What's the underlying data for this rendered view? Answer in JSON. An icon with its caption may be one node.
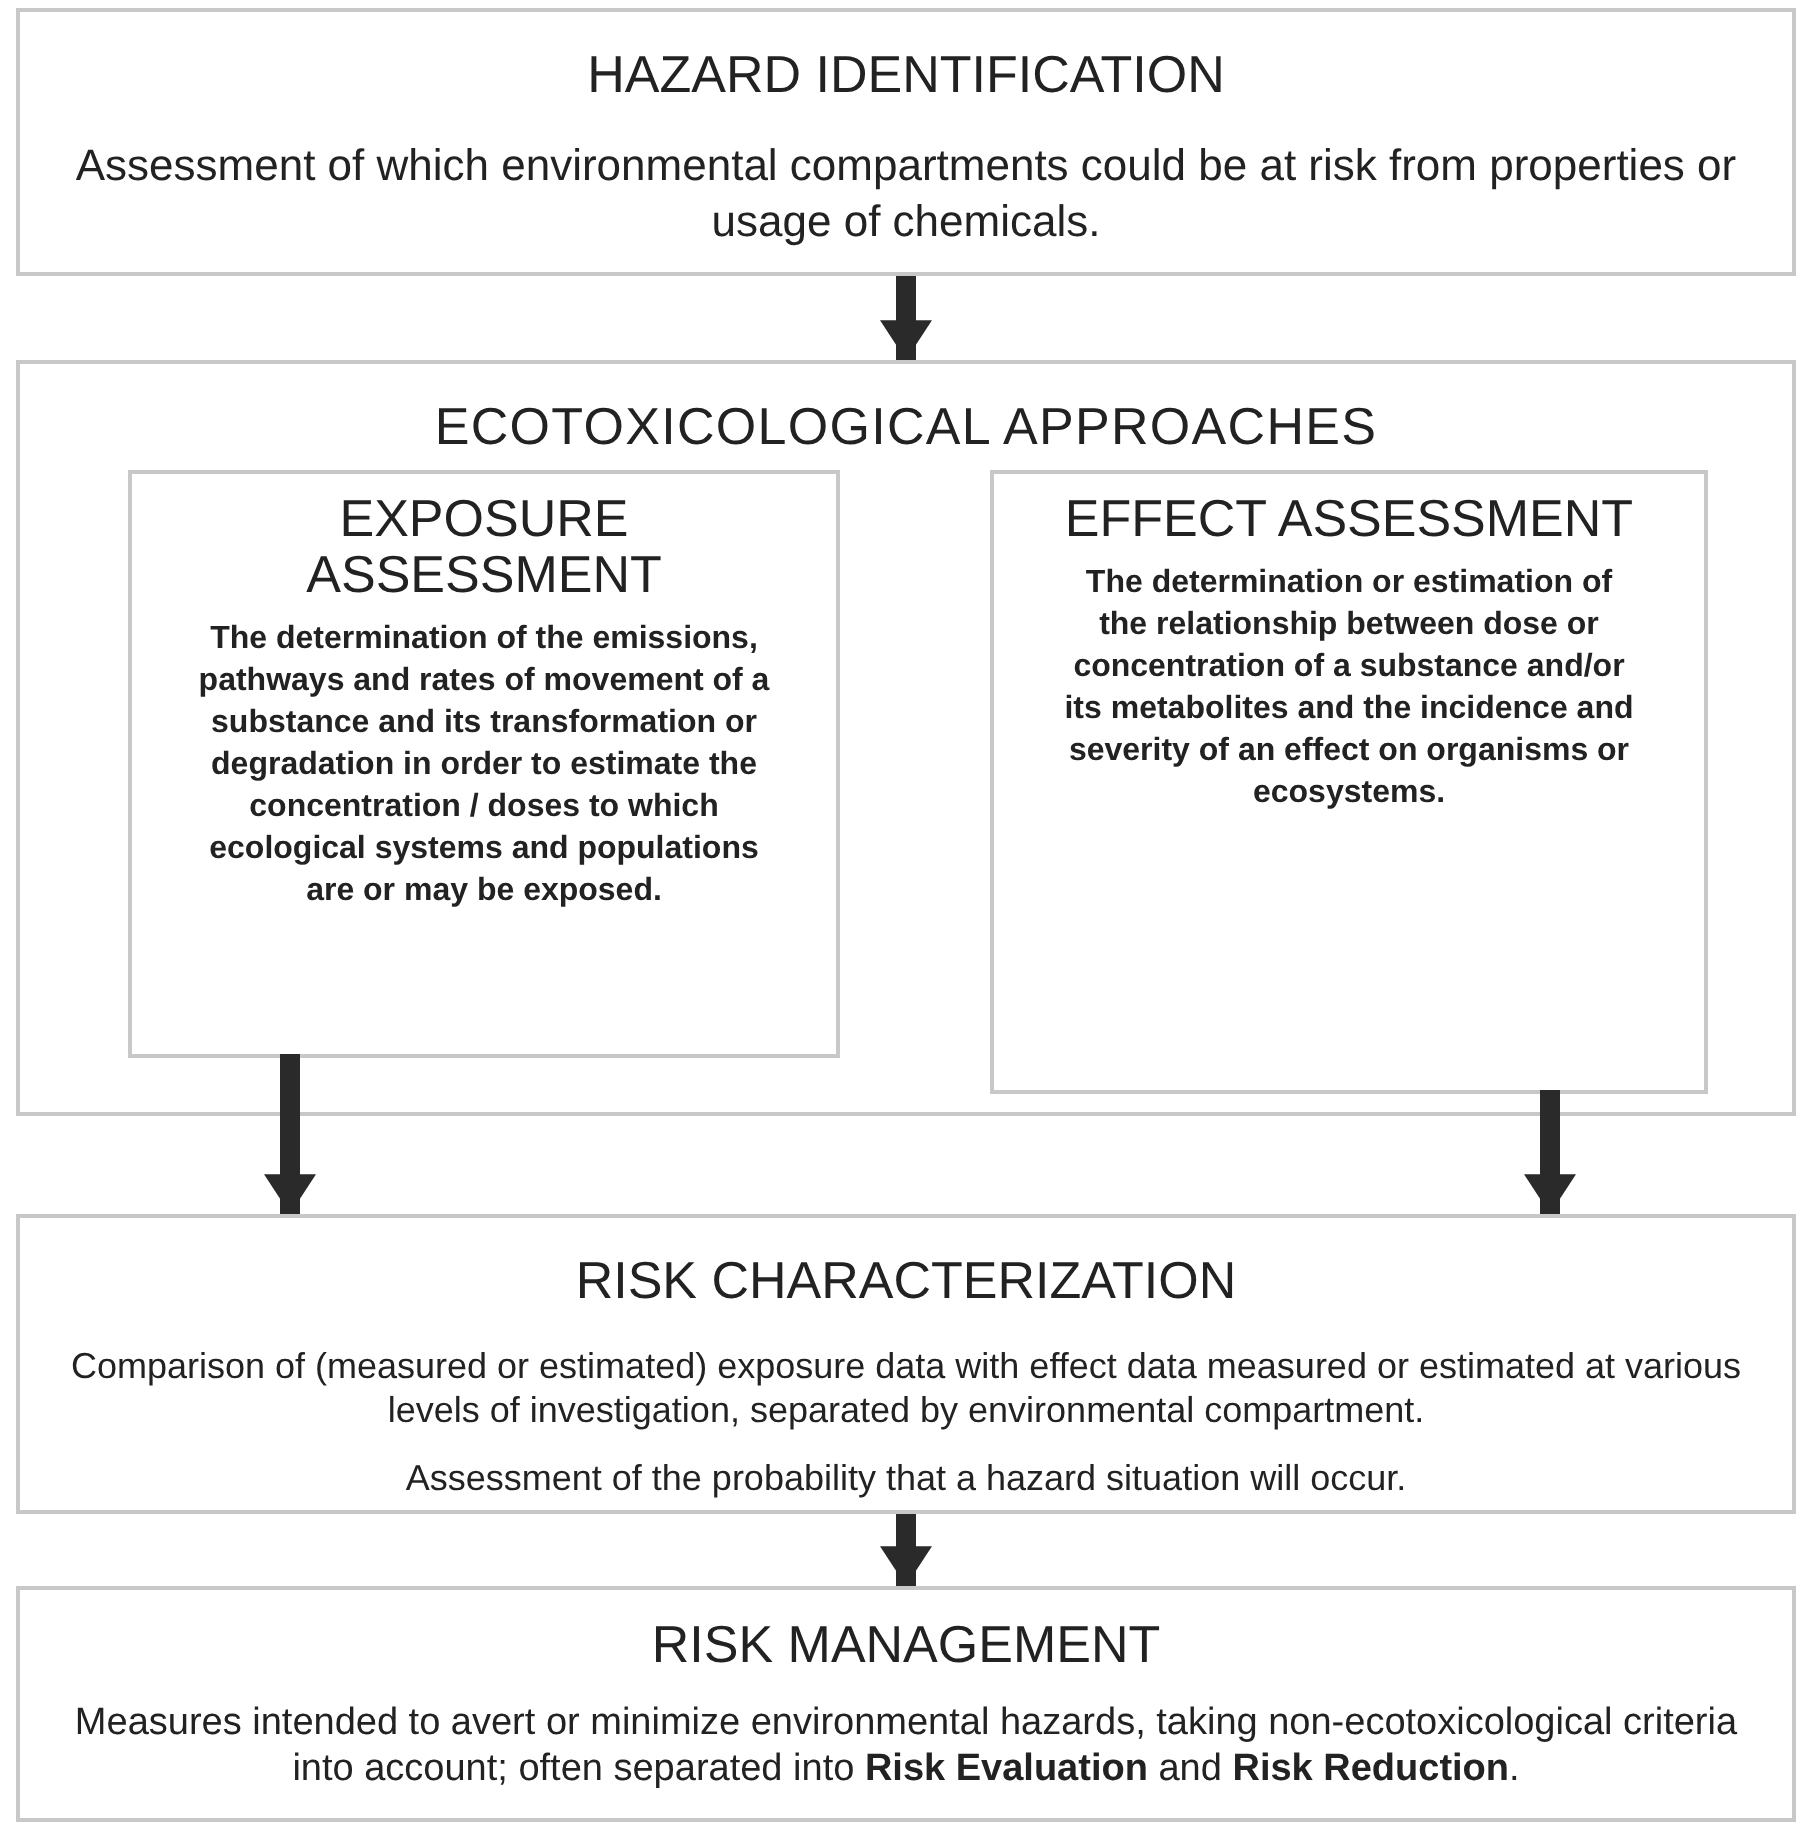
{
  "diagram": {
    "nodes": [
      {
        "text": [
          "HAZARD IDENTIFICATION",
          "Assessment of which environmental compartments could be at risk from properties or usage of chemicals."
        ]
      },
      {
        "text": [
          "ECOTOXICOLOGICAL APPROACHES"
        ]
      },
      {
        "text": [
          "EXPOSURE ASSESSMENT",
          "The determination of the emissions, pathways and rates of movement of a substance and its transformation or degradation in order to estimate the concentration / doses to which ecological systems and populations are or may be exposed."
        ],
        "in": 1
      },
      {
        "text": [
          "EFFECT ASSESSMENT",
          "The determination or estimation of the relationship between dose or concentration of a substance and/or its metabolites and the incidence and severity of an effect on organisms or ecosystems."
        ],
        "in": 1
      },
      {
        "text": [
          "RISK CHARACTERIZATION",
          "Comparison of (measured or estimated) exposure data with effect data measured or estimated at various levels of investigation, separated by environmental compartment.",
          "Assessment of the probability that a hazard situation will occur."
        ]
      },
      {
        "text": [
          "RISK MANAGEMENT",
          "Measures intended to avert or minimize environmental hazards, taking non-ecotoxicological criteria into account; often separated into **Risk Evaluation** and **Risk Reduction**."
        ]
      }
    ],
    "edges": [
      {
        "from": 0,
        "to": 1,
        "arrow": "to"
      },
      {
        "from": 2,
        "to": 4,
        "arrow": "to"
      },
      {
        "from": 3,
        "to": 4,
        "arrow": "to"
      },
      {
        "from": 4,
        "to": 5,
        "arrow": "to"
      }
    ]
  }
}
